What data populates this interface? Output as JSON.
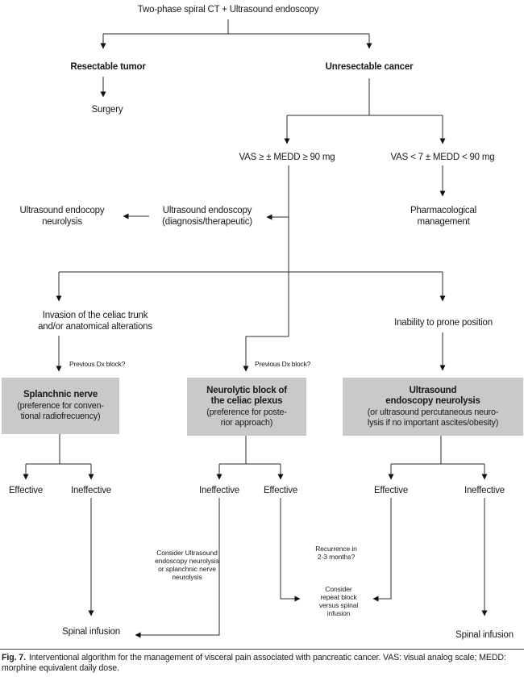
{
  "colors": {
    "box_fill": "#c9c9c9",
    "line": "#2b2b2b",
    "arrow": "#111111"
  },
  "nodes": {
    "root": "Two-phase spiral CT + Ultrasound endoscopy",
    "resectable": "Resectable tumor",
    "unresectable": "Unresectable cancer",
    "surgery": "Surgery",
    "vas_high": "VAS ≥ ± MEDD ≥ 90 mg",
    "vas_low": "VAS < 7 ± MEDD < 90 mg",
    "us_endoscopy_neurolysis": "Ultrasound endocopy\nneurolysis",
    "us_endoscopy_diag": "Ultrasound endoscopy\n(diagnosis/therapeutic)",
    "pharmacological": "Pharmacological\nmanagement",
    "invasion": "Invasion of the celiac trunk\nand/or anatomical alterations",
    "inability": "Inability to prone position",
    "previous_dx_left": "Previous Dx block?",
    "previous_dx_middle": "Previous Dx block?",
    "spinal_infusion_left": "Spinal infusion",
    "spinal_infusion_right": "Spinal infusion"
  },
  "boxes": {
    "splanchnic": {
      "title": "Splanchnic nerve",
      "detail": "(preference for conven-\ntional radiofrecuency)"
    },
    "neurolytic": {
      "title": "Neurolytic block of\nthe celiac plexus",
      "detail": "(preference for poste-\nrior approach)"
    },
    "us_neurolysis": {
      "title": "Ultrasound\nendoscopy neurolysis",
      "detail": "(or ultrasound percutaneous neuro-\nlysis if no important ascites/obesity)"
    }
  },
  "outcomes": {
    "left": [
      "Effective",
      "Ineffective"
    ],
    "middle": [
      "Ineffective",
      "Effective"
    ],
    "right": [
      "Effective",
      "Ineffective"
    ]
  },
  "notes": {
    "consider_us": "Consider Ultrasound\nendoscopy neurolysis\nor splanchnic nerve\nneurolysis",
    "recurrence": "Recurrence in\n2-3 months?",
    "consider_repeat": "Consider\nrepeat block\nversus spinal\ninfusion"
  },
  "caption": {
    "label": "Fig. 7.",
    "text": "Interventional algorithm for the management of visceral pain associated with pancreatic cancer. VAS: visual analog scale; MEDD: morphine equivalent daily dose."
  }
}
